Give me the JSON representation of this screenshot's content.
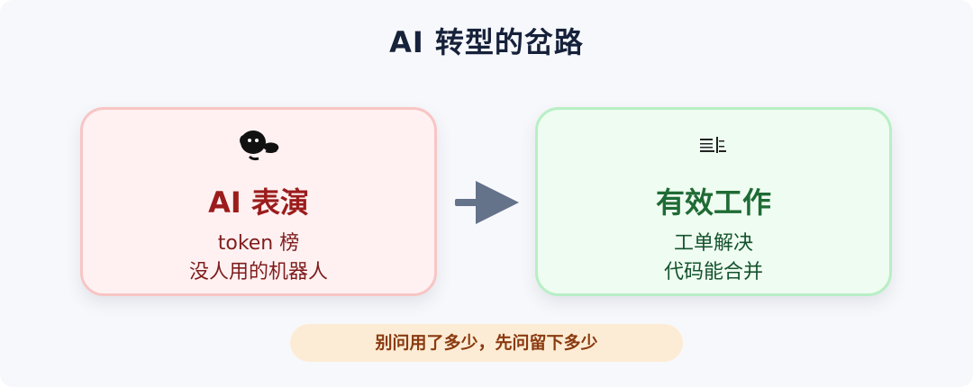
{
  "title": "AI 转型的岔路",
  "left_card": {
    "icon": "theater-mask-icon",
    "heading": "AI 表演",
    "line1": "token 榜",
    "line2": "没人用的机器人",
    "accent_color": "#9b1c1c",
    "bg_color": "#fff1f1",
    "border_color": "#f8c5c5"
  },
  "right_card": {
    "icon": "checklist-icon",
    "heading": "有效工作",
    "line1": "工单解决",
    "line2": "代码能合并",
    "accent_color": "#1f6b35",
    "bg_color": "#effcf1",
    "border_color": "#b8efc5"
  },
  "arrow": {
    "icon": "right-arrow-icon",
    "color": "#64728a"
  },
  "note": "别问用了多少，先问留下多少"
}
